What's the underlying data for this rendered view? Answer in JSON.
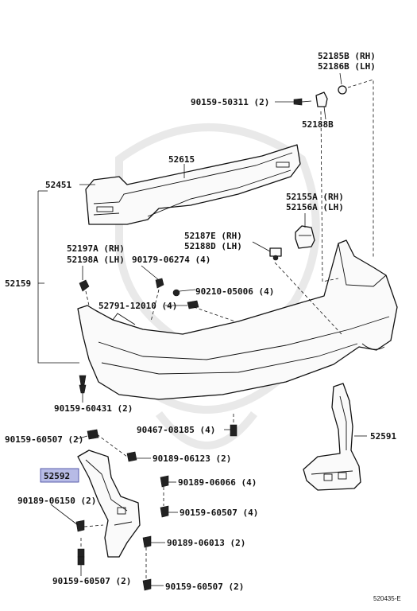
{
  "parts": {
    "p52185b": "52185B (RH)",
    "p52186b": "52186B (LH)",
    "p90159_50311": "90159-50311 (2)",
    "p52188b": "52188B",
    "p52615": "52615",
    "p52451": "52451",
    "p52155a": "52155A (RH)",
    "p52156a": "52156A (LH)",
    "p52187e": "52187E (RH)",
    "p52188d": "52188D (LH)",
    "p52197a": "52197A (RH)",
    "p52198a": "52198A (LH)",
    "p90179_06274": "90179-06274 (4)",
    "p52159": "52159",
    "p90210_05006": "90210-05006 (4)",
    "p52791_12010": "52791-12010 (4)",
    "p90159_60431": "90159-60431 (2)",
    "p90467_08185": "90467-08185 (4)",
    "p52591": "52591",
    "p90159_60507_a": "90159-60507 (2)",
    "p90189_06123": "90189-06123 (2)",
    "p52592": "52592",
    "p90189_06066": "90189-06066 (4)",
    "p90189_06150": "90189-06150 (2)",
    "p90159_60507_b": "90159-60507 (4)",
    "p90189_06013": "90189-06013 (2)",
    "p90159_60507_c": "90159-60507 (2)",
    "p90159_60507_d": "90159-60507 (2)"
  },
  "highlight_color": "#b7bbe6",
  "diagram_code": "520435-E"
}
